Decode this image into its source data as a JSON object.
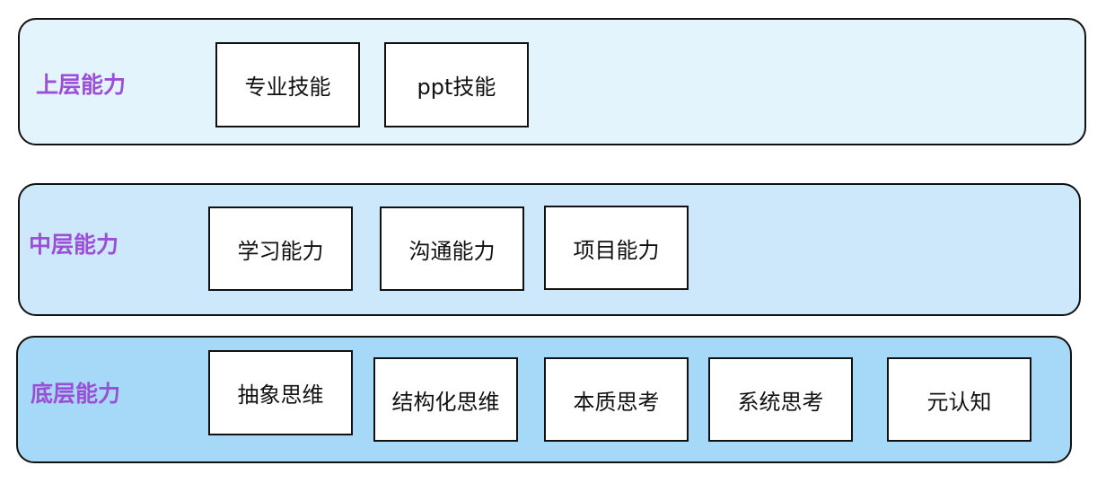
{
  "layers": [
    {
      "title": "上层能力",
      "items": [
        "专业技能",
        "ppt技能"
      ]
    },
    {
      "title": "中层能力",
      "items": [
        "学习能力",
        "沟通能力",
        "项目能力"
      ]
    },
    {
      "title": "底层能力",
      "items": [
        "抽象思维",
        "结构化思维",
        "本质思考",
        "系统思考",
        "元认知"
      ]
    }
  ],
  "colors": {
    "title_text": "#9a4fd6",
    "top_layer_fill": "#e4f4fd",
    "middle_layer_fill": "#cde8fa",
    "bottom_layer_fill": "#a6d9f7",
    "box_fill": "#ffffff",
    "border": "#111111"
  }
}
